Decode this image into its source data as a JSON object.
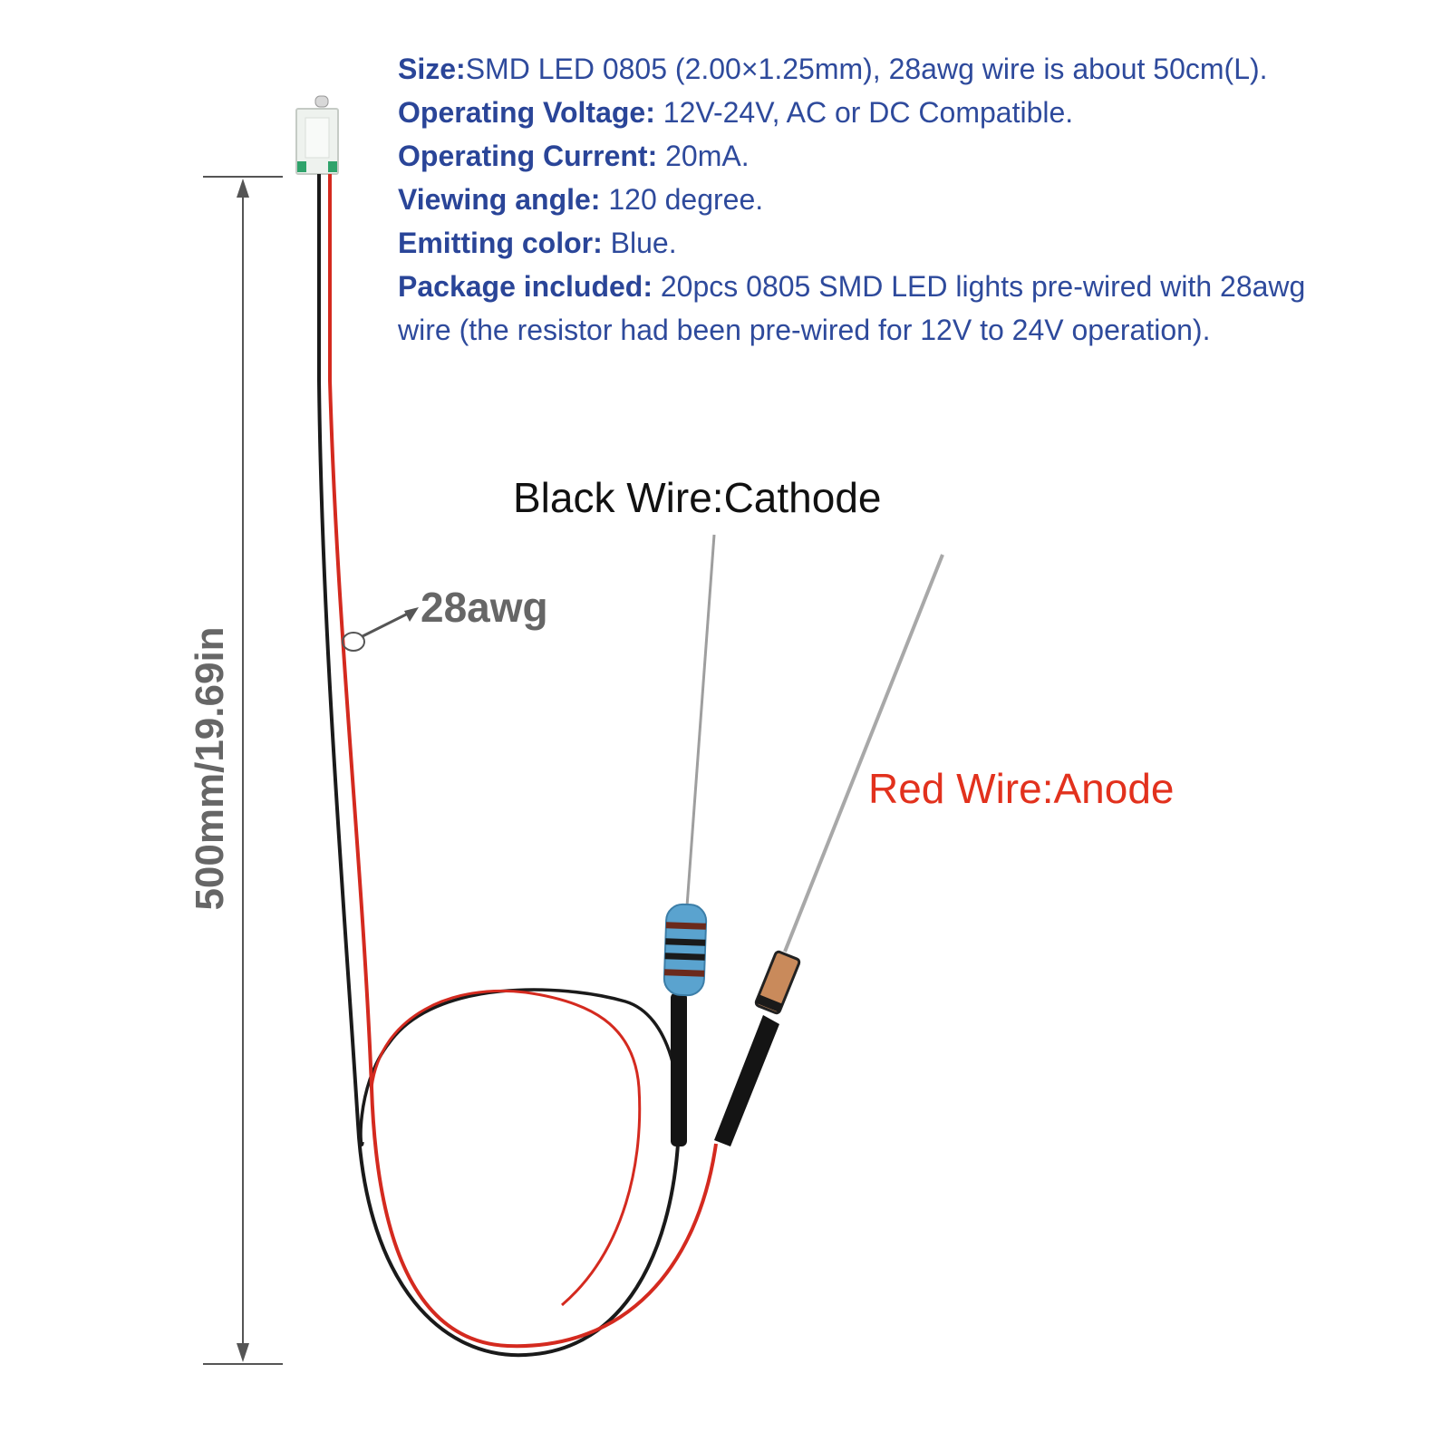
{
  "specs": [
    {
      "key": "Size:",
      "value": "SMD LED 0805 (2.00×1.25mm), 28awg wire is about 50cm(L)."
    },
    {
      "key": "Operating Voltage:",
      "value": " 12V-24V, AC or DC Compatible."
    },
    {
      "key": "Operating Current:",
      "value": " 20mA."
    },
    {
      "key": "Viewing angle:",
      "value": " 120 degree."
    },
    {
      "key": "Emitting color:",
      "value": " Blue."
    },
    {
      "key": "Package included:",
      "value": " 20pcs 0805 SMD LED lights pre-wired with 28awg"
    },
    {
      "key": "",
      "value": "wire (the resistor had been pre-wired for 12V to 24V operation)."
    }
  ],
  "labels": {
    "black_wire": "Black Wire:Cathode",
    "red_wire": "Red Wire:Anode",
    "gauge": "28awg",
    "length": "500mm/19.69in"
  },
  "colors": {
    "spec_text": "#2e4a9c",
    "red_wire": "#d42a1f",
    "black_wire": "#1a1a1a",
    "dimension": "#666666"
  }
}
